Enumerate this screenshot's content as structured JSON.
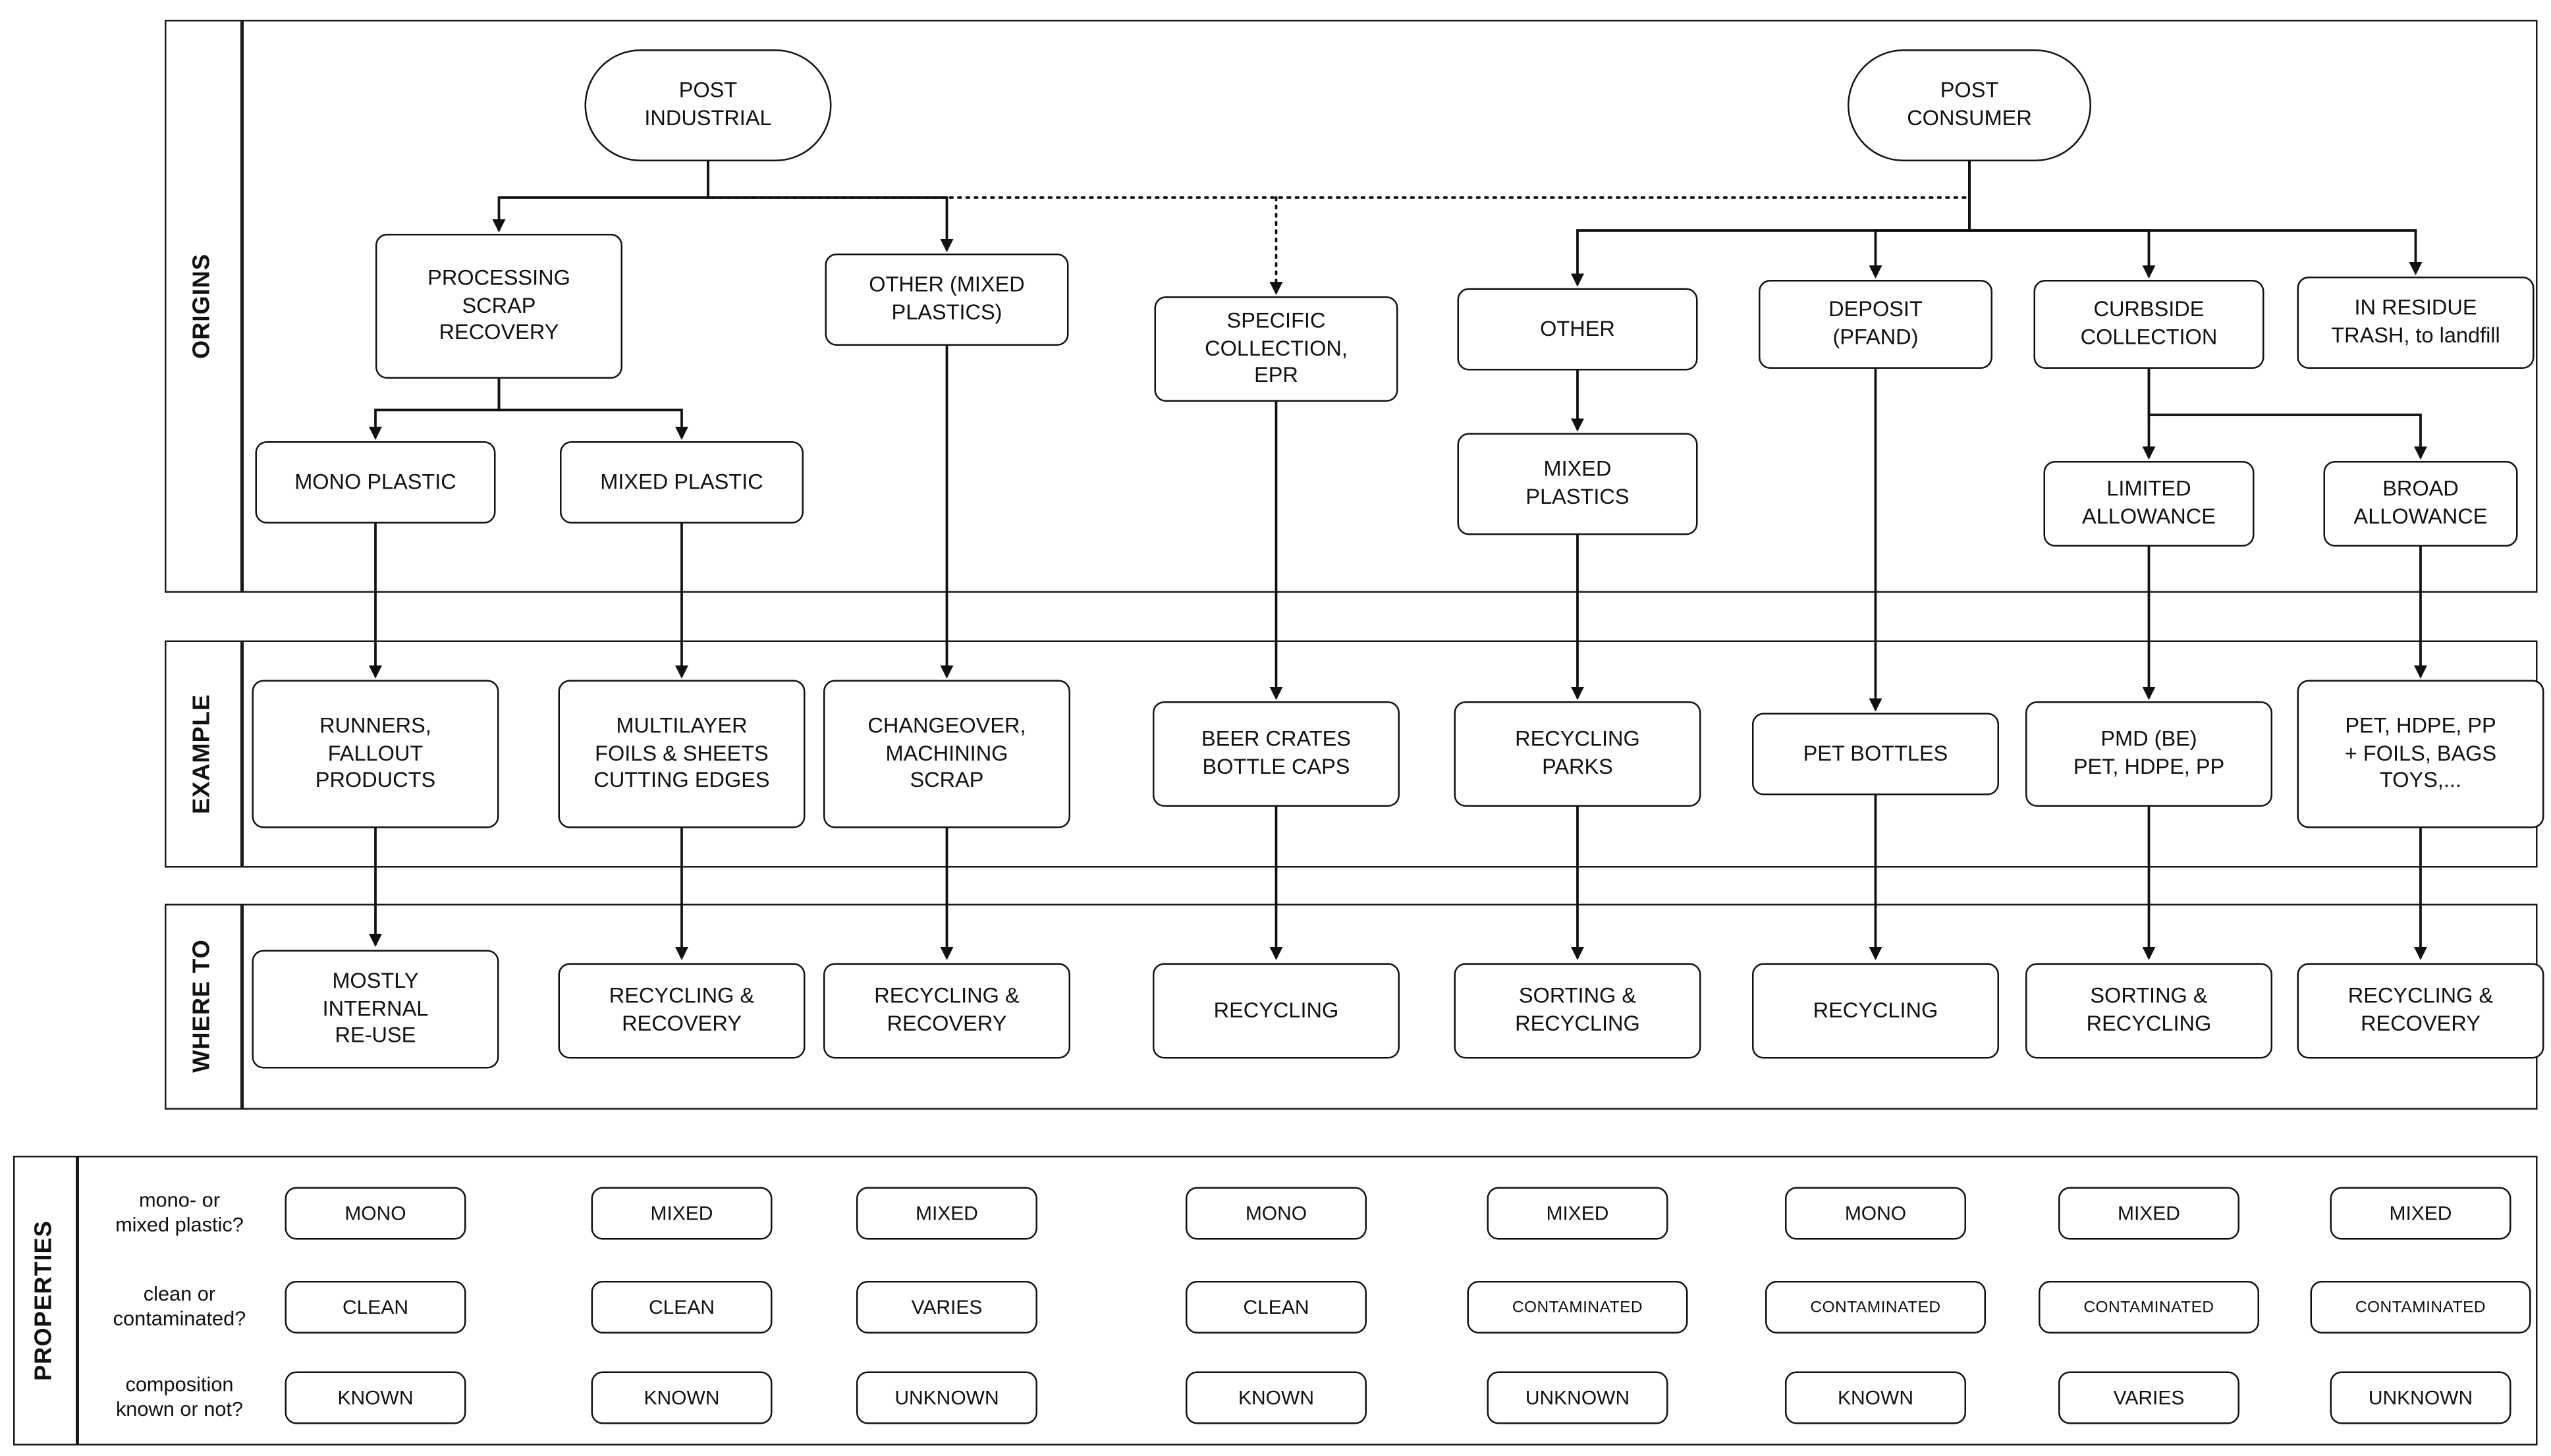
{
  "bands": {
    "origins": "ORIGINS",
    "example": "EXAMPLE",
    "whereto": "WHERE TO",
    "properties": "PROPERTIES"
  },
  "origins": {
    "post_industrial": "POST\nINDUSTRIAL",
    "post_consumer": "POST\nCONSUMER",
    "processing_scrap": "PROCESSING\nSCRAP\nRECOVERY",
    "other_mixed": "OTHER (MIXED\nPLASTICS)",
    "specific_collection": "SPECIFIC\nCOLLECTION,\nEPR",
    "other": "OTHER",
    "deposit": "DEPOSIT\n(PFAND)",
    "curbside": "CURBSIDE\nCOLLECTION",
    "residue": "IN RESIDUE\nTRASH, to landfill",
    "mono_plastic": "MONO PLASTIC",
    "mixed_plastic": "MIXED PLASTIC",
    "mixed_plastics": "MIXED\nPLASTICS",
    "limited_allowance": "LIMITED\nALLOWANCE",
    "broad_allowance": "BROAD\nALLOWANCE"
  },
  "examples": [
    "RUNNERS,\nFALLOUT\nPRODUCTS",
    "MULTILAYER\nFOILS & SHEETS\nCUTTING EDGES",
    "CHANGEOVER,\nMACHINING\nSCRAP",
    "BEER CRATES\nBOTTLE CAPS",
    "RECYCLING\nPARKS",
    "PET BOTTLES",
    "PMD (BE)\nPET, HDPE, PP",
    "PET, HDPE, PP\n+ FOILS, BAGS\nTOYS,..."
  ],
  "where_to": [
    "MOSTLY\nINTERNAL\nRE-USE",
    "RECYCLING &\nRECOVERY",
    "RECYCLING &\nRECOVERY",
    "RECYCLING",
    "SORTING &\nRECYCLING",
    "RECYCLING",
    "SORTING &\nRECYCLING",
    "RECYCLING &\nRECOVERY"
  ],
  "properties": {
    "row_labels": [
      "mono- or\nmixed plastic?",
      "clean or\ncontaminated?",
      "composition\nknown or not?"
    ],
    "mono_mixed": [
      "MONO",
      "MIXED",
      "MIXED",
      "MONO",
      "MIXED",
      "MONO",
      "MIXED",
      "MIXED"
    ],
    "clean_contaminated": [
      "CLEAN",
      "CLEAN",
      "VARIES",
      "CLEAN",
      "CONTAMINATED",
      "CONTAMINATED",
      "CONTAMINATED",
      "CONTAMINATED"
    ],
    "composition": [
      "KNOWN",
      "KNOWN",
      "UNKNOWN",
      "KNOWN",
      "UNKNOWN",
      "KNOWN",
      "VARIES",
      "UNKNOWN"
    ]
  }
}
